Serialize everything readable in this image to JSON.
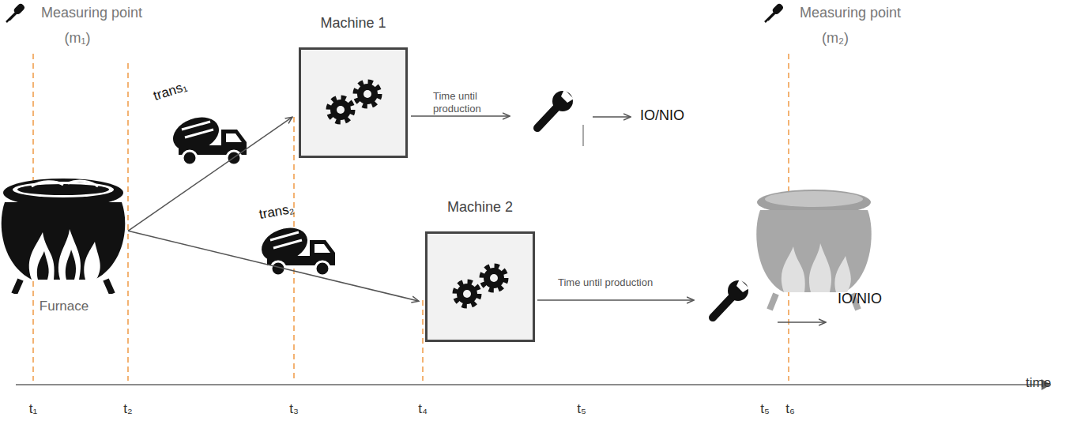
{
  "diagram": {
    "nodes": [
      {
        "text": [
          "Furnace"
        ]
      },
      {
        "text": [
          "Machine 1"
        ]
      },
      {
        "text": [
          "Machine 2"
        ]
      }
    ],
    "edges": [
      {
        "from": 0,
        "to": 1,
        "arrow": "to"
      },
      {
        "from": 0,
        "to": 2,
        "arrow": "to"
      }
    ],
    "labels": [
      "Measuring point",
      "(m₁)",
      "Measuring point",
      "(m₂)",
      "trans₁",
      "trans₂",
      "Time until production",
      "IO/NIO",
      "Time until production",
      "IO/NIO",
      "t₁",
      "t₂",
      "t₃",
      "t₄",
      "t₅",
      "t₅",
      "t₆",
      "time"
    ]
  }
}
